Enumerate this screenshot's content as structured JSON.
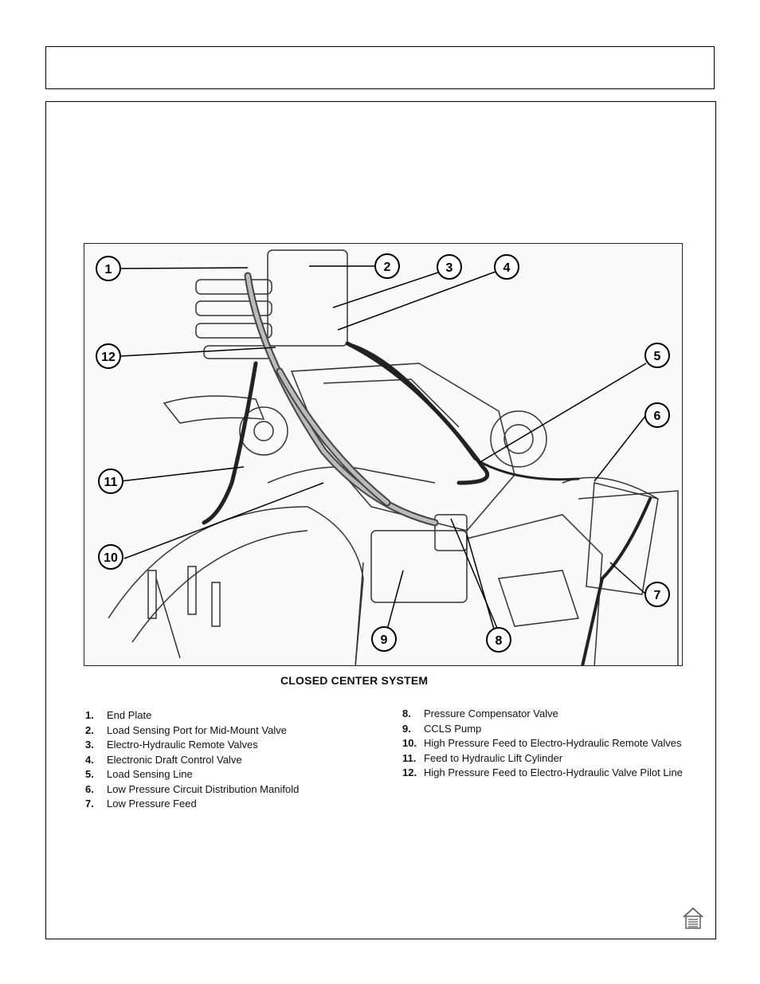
{
  "figure": {
    "caption": "CLOSED CENTER SYSTEM",
    "callouts": [
      "1",
      "2",
      "3",
      "4",
      "5",
      "6",
      "7",
      "8",
      "9",
      "10",
      "11",
      "12"
    ]
  },
  "legend_left": [
    {
      "num": "1.",
      "text": "End Plate"
    },
    {
      "num": "2.",
      "text": "Load Sensing Port for Mid-Mount Valve"
    },
    {
      "num": "3.",
      "text": "Electro-Hydraulic Remote Valves"
    },
    {
      "num": "4.",
      "text": "Electronic Draft Control Valve"
    },
    {
      "num": "5.",
      "text": "Load Sensing Line"
    },
    {
      "num": "6.",
      "text": "Low Pressure Circuit Distribution Manifold"
    },
    {
      "num": "7.",
      "text": "Low Pressure Feed"
    }
  ],
  "legend_right": [
    {
      "num": "8.",
      "text": "Pressure Compensator Valve"
    },
    {
      "num": "9.",
      "text": "CCLS Pump"
    },
    {
      "num": "10.",
      "text": "High Pressure Feed to Electro-Hydraulic Remote Valves"
    },
    {
      "num": "11.",
      "text": "Feed to Hydraulic Lift Cylinder"
    },
    {
      "num": "12.",
      "text": "High Pressure Feed to Electro-Hydraulic Valve Pilot Line"
    }
  ],
  "icons": {
    "home": "home-icon"
  }
}
